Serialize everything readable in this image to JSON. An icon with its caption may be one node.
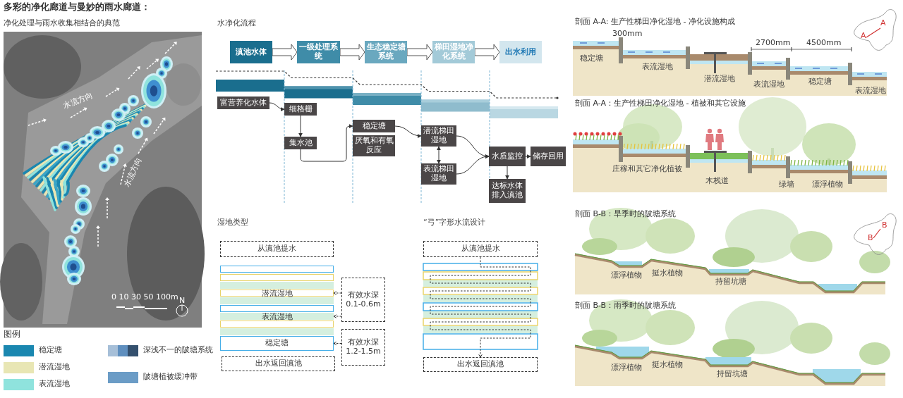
{
  "diagram": {
    "title": "多彩的净化廊道与曼妙的雨水廊道：",
    "nodes": [
      {
        "text": [
          "滇池水体"
        ]
      },
      {
        "text": [
          "一级处理系统"
        ]
      },
      {
        "text": [
          "生态稳定塘系统"
        ]
      },
      {
        "text": [
          "梯田湿地净化系统"
        ]
      },
      {
        "text": [
          "出水利用"
        ]
      },
      {
        "text": [
          "富营养化水体"
        ]
      },
      {
        "text": [
          "细格栅"
        ]
      },
      {
        "text": [
          "集水池"
        ]
      },
      {
        "text": [
          "稳定塘"
        ]
      },
      {
        "text": [
          "厌氧和有氧反应"
        ]
      },
      {
        "text": [
          "潜流梯田湿地"
        ]
      },
      {
        "text": [
          "表流梯田湿地"
        ]
      },
      {
        "text": [
          "水质监控"
        ]
      },
      {
        "text": [
          "储存回用"
        ]
      },
      {
        "text": [
          "达标水体排入滇池"
        ]
      },
      {
        "text": [
          "从滇池提水"
        ]
      },
      {
        "text": [],
        "shape": "box"
      },
      {
        "text": [],
        "shape": "box"
      },
      {
        "text": [
          "潜流湿地"
        ]
      },
      {
        "text": [],
        "shape": "box"
      },
      {
        "text": [
          "表流湿地"
        ]
      },
      {
        "text": [],
        "shape": "box"
      },
      {
        "text": [
          "稳定塘"
        ]
      },
      {
        "text": [
          "出水返回滇池"
        ]
      },
      {
        "text": [
          "有效水深 0.1-0.6m"
        ]
      },
      {
        "text": [
          "有效水深 1.2-1.5m"
        ]
      },
      {
        "text": [
          "从滇池提水"
        ]
      },
      {
        "text": [
          "出水返回滇池"
        ]
      }
    ],
    "edges": [
      {
        "from": 0,
        "to": 1,
        "arrow": "to"
      },
      {
        "from": 1,
        "to": 2,
        "arrow": "to"
      },
      {
        "from": 2,
        "to": 3,
        "arrow": "to"
      },
      {
        "from": 3,
        "to": 4,
        "arrow": "to"
      },
      {
        "from": 5,
        "to": 6,
        "arrow": "to"
      },
      {
        "from": 6,
        "to": 7,
        "arrow": "to"
      },
      {
        "from": 7,
        "to": 8,
        "arrow": "to"
      },
      {
        "from": 8,
        "to": 10,
        "arrow": "to"
      },
      {
        "from": 10,
        "to": 11,
        "arrow": "both"
      },
      {
        "from": 10,
        "to": 12,
        "arrow": "to"
      },
      {
        "from": 11,
        "to": 12,
        "arrow": "to"
      },
      {
        "from": 12,
        "to": 13,
        "arrow": "to"
      },
      {
        "from": 12,
        "to": 14,
        "arrow": "to"
      },
      {
        "from": 24,
        "to": 18,
        "arrow": "to",
        "style": "dashed"
      },
      {
        "from": 24,
        "to": 20,
        "arrow": "to",
        "style": "dashed"
      },
      {
        "from": 25,
        "to": 22,
        "arrow": "to",
        "style": "dashed"
      },
      {
        "from": 26,
        "to": 27,
        "arrow": "to",
        "style": "dashed"
      }
    ],
    "labels": [
      "净化处理与雨水收集相结合的典范",
      "水流方向",
      "水流方向",
      "0 10 30 50 100m",
      "N",
      "图例",
      "水净化流程",
      "湿地类型",
      "“弓”字形水流设计",
      "剖面 A-A: 生产性梯田净化湿地 - 净化设施构成",
      "300mm",
      "2700mm",
      "4500mm",
      "稳定塘",
      "表流湿地",
      "潜流湿地",
      "表流湿地",
      "稳定塘",
      "表流湿地",
      "A",
      "A",
      "剖面 A-A：生产性梯田净化湿地 - 植被和其它设施",
      "庄稼和其它净化植被",
      "木栈道",
      "绿墙",
      "漂浮植物",
      "剖面 B-B：旱季时的陂塘系统",
      "漂浮植物",
      "挺水植物",
      "持留坑塘",
      "B",
      "B",
      "剖面 B-B：雨季时的陂塘系统",
      "漂浮植物",
      "挺水植物",
      "持留坑塘"
    ],
    "legend": [
      {
        "text": "稳定塘",
        "color": "#1a87b0"
      },
      {
        "text": "潜流湿地",
        "color": "#e8e6b4"
      },
      {
        "text": "表流湿地",
        "color": "#8fe3dd"
      },
      {
        "text": "深浅不一的陂塘系统"
      },
      {
        "text": "陂塘植被缓冲带",
        "color": "#6b9cc6"
      }
    ]
  }
}
